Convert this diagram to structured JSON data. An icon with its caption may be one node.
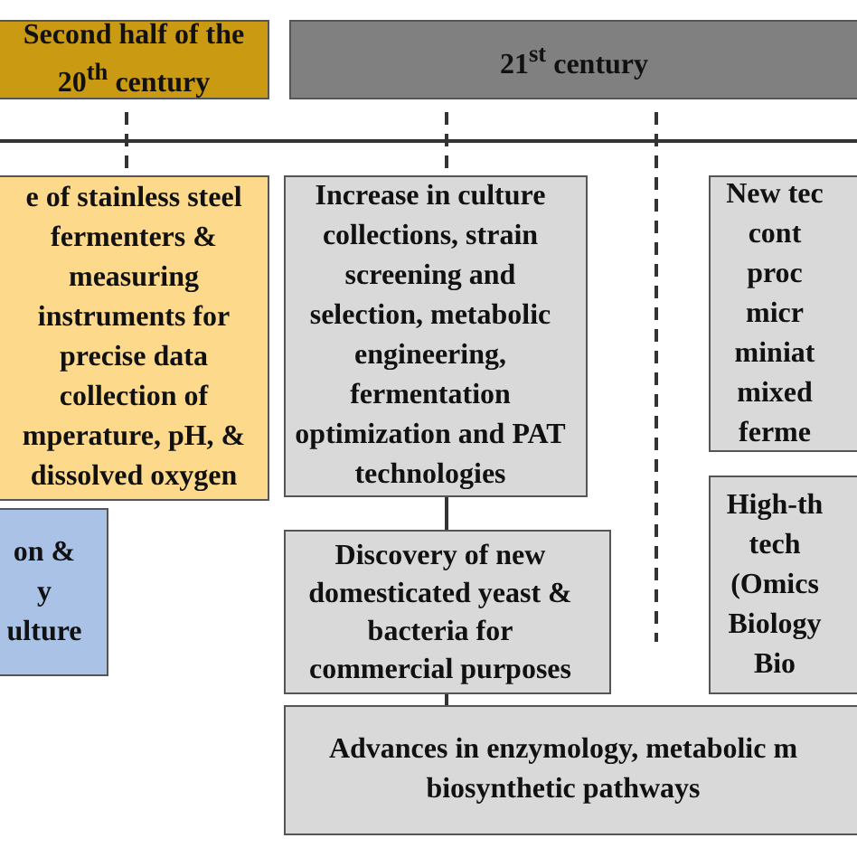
{
  "diagram": {
    "nodes": [
      {
        "text": [
          "Second half of the 20$^{th}$ century"
        ]
      },
      {
        "text": [
          "21$^{st}$ century"
        ]
      },
      {
        "text": [
          "e of stainless steel fermenters & measuring instruments for precise data collection of mperature, pH, & dissolved oxygen"
        ]
      },
      {
        "text": [
          "Increase in culture collections, strain screening and selection, metabolic engineering, fermentation optimization and PAT technologies"
        ]
      },
      {
        "text": [
          "New tec cont proc micr miniat mixed ferme"
        ]
      },
      {
        "text": [
          "on & y ulture"
        ]
      },
      {
        "text": [
          "Discovery of new domesticated yeast & bacteria for commercial purposes"
        ]
      },
      {
        "text": [
          "High-th tech (Omics Biology Bio"
        ]
      },
      {
        "text": [
          "Advances in enzymology, metabolic m biosynthetic pathways"
        ]
      }
    ],
    "edges": [
      {
        "from": 0,
        "to": 2,
        "arrow": "none",
        "style": "dashed"
      },
      {
        "from": 1,
        "to": 3,
        "arrow": "none",
        "style": "dashed"
      },
      {
        "from": 3,
        "to": 6,
        "arrow": "none"
      },
      {
        "from": 6,
        "to": 8,
        "arrow": "none"
      }
    ]
  }
}
